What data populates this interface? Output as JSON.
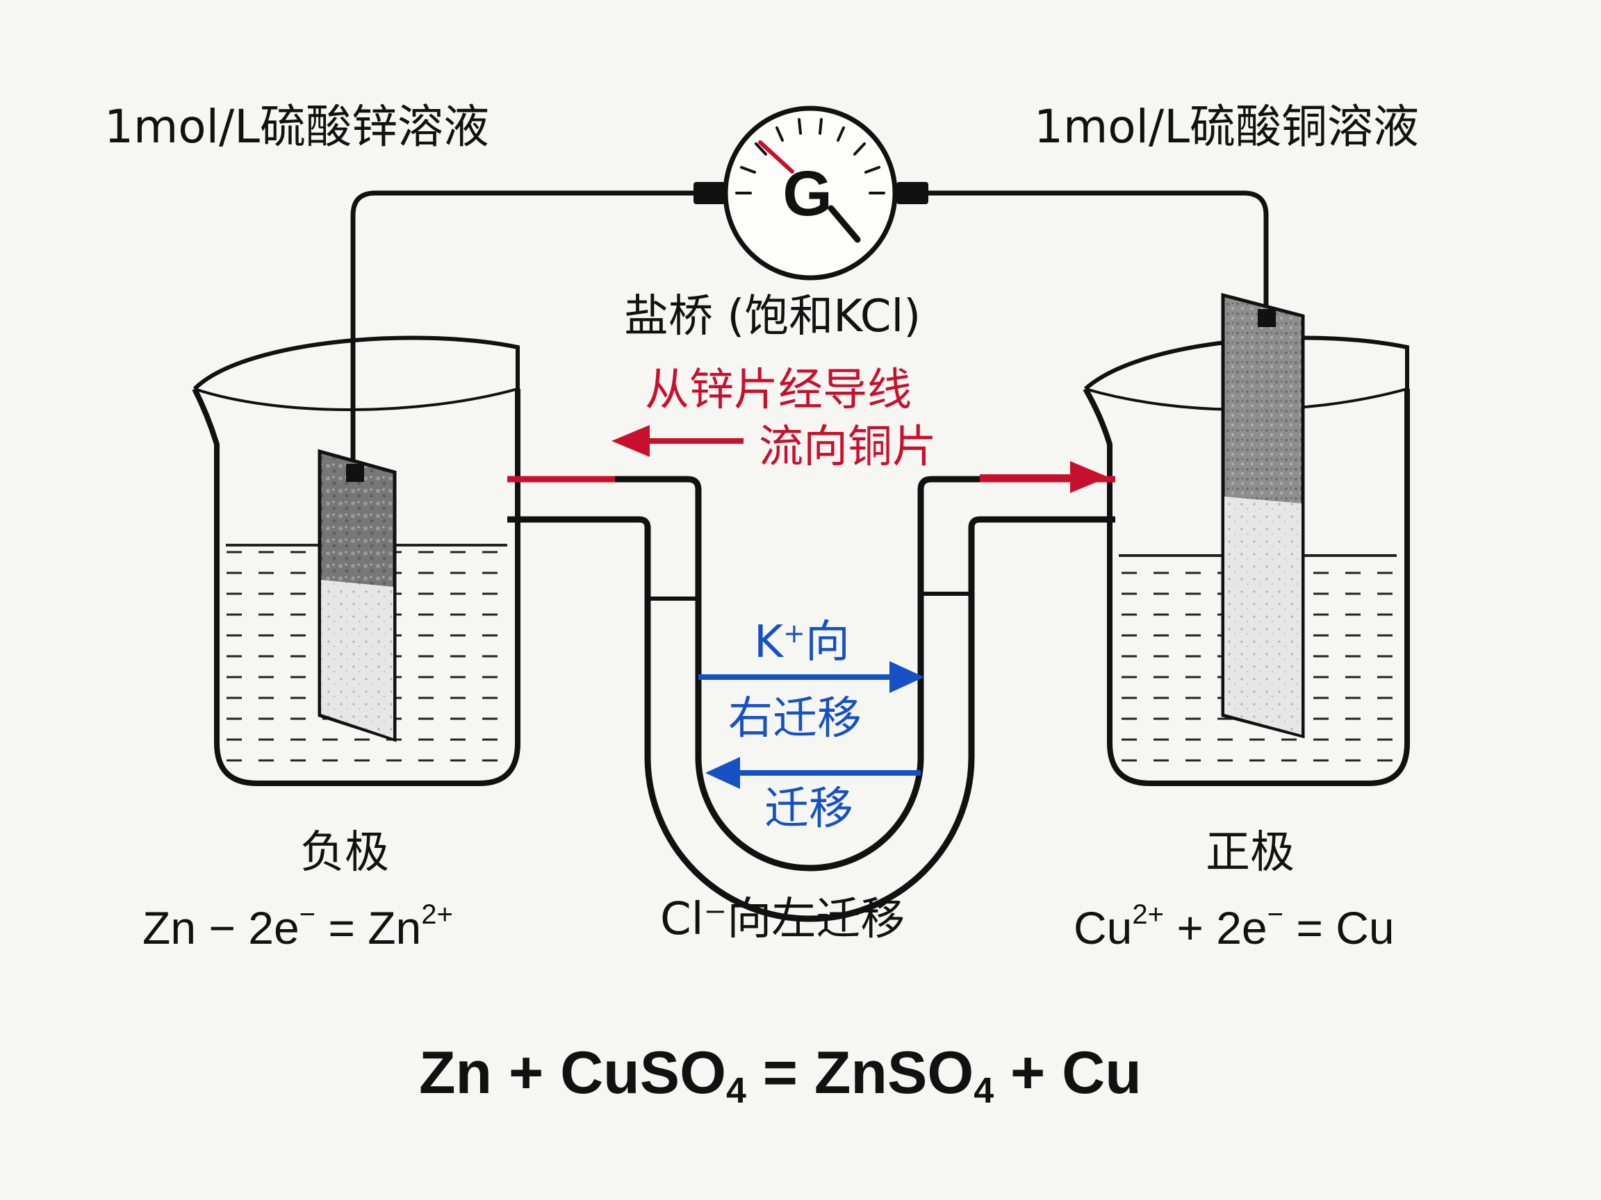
{
  "labels": {
    "left_solution": "1mol/L硫酸锌溶液",
    "right_solution": "1mol/L硫酸铜溶液",
    "galvanometer": "G",
    "salt_bridge": "盐桥 (饱和KCl)",
    "electron_flow_line1": "从锌片经导线",
    "electron_flow_line2": "流向铜片",
    "k_ion_line1_symbol": "K",
    "k_ion_line1_charge": "+",
    "k_ion_line1_text": "向",
    "k_ion_line2": "右迁移",
    "cl_ion_inner": "迁移",
    "cl_ion_bottom": "Cl⁻向左迁移",
    "negative_electrode": "负极",
    "positive_electrode": "正极"
  },
  "equations": {
    "anode": {
      "a": "Zn − 2e",
      "a_sup": "−",
      "b": " = Zn",
      "b_sup": "2+"
    },
    "cathode": {
      "a": "Cu",
      "a_sup": "2+",
      "b": " + 2e",
      "b_sup": "−",
      "c": " = Cu"
    },
    "overall": {
      "p1": "Zn + CuSO",
      "s1": "4",
      "p2": " = ZnSO",
      "s2": "4",
      "p3": " + Cu"
    }
  },
  "colors": {
    "electron_arrow": "#c8102e",
    "ion_arrow": "#1551c4",
    "line": "#111111"
  }
}
